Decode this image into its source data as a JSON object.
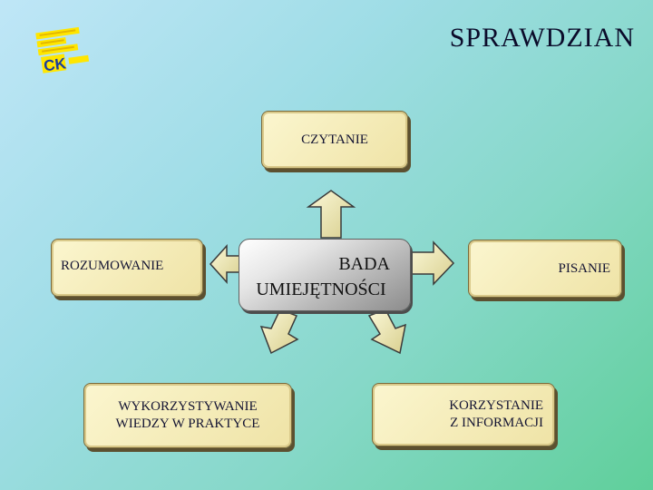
{
  "title": "SPRAWDZIAN",
  "logo": {
    "lines": [
      "",
      "",
      ""
    ],
    "mark": "CK"
  },
  "center": {
    "line1": "BADA",
    "line2": "UMIEJĘTNOŚCI"
  },
  "boxes": {
    "czytanie": "CZYTANIE",
    "rozumowanie": "ROZUMOWANIE",
    "pisanie": "PISANIE",
    "wykorzystywanie_1": "WYKORZYSTYWANIE",
    "wykorzystywanie_2": "WIEDZY W PRAKTYCE",
    "korzystanie_1": "KORZYSTANIE",
    "korzystanie_2": "Z INFORMACJI"
  },
  "colors": {
    "box_fill": "#f4ebb8",
    "arrow_fill": "#f3efc0",
    "center_fill": "#c8c8c8"
  }
}
